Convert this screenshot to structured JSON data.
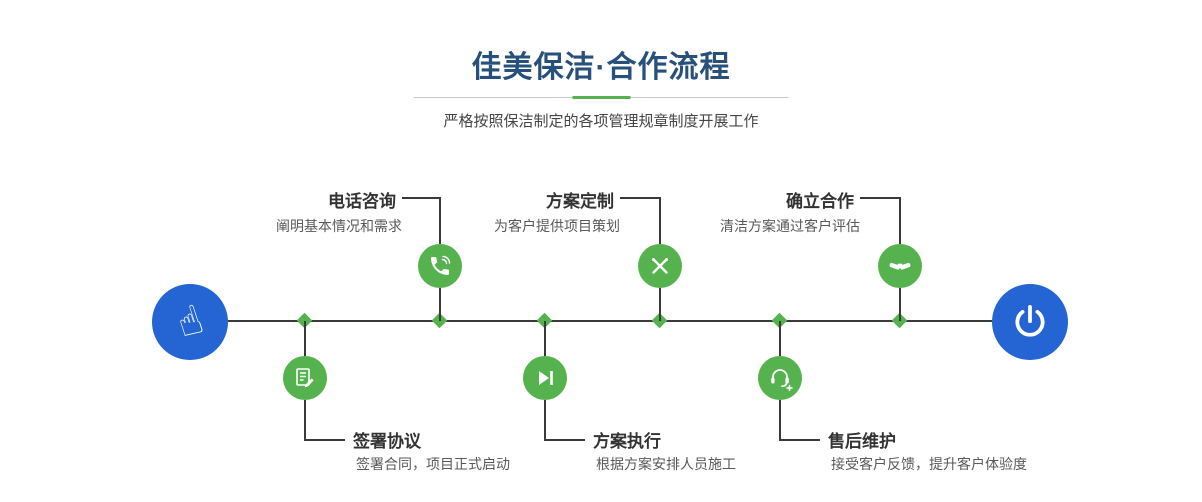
{
  "header": {
    "title": "佳美保洁·合作流程",
    "subtitle": "严格按照保洁制定的各项管理规章制度开展工作"
  },
  "steps_top": [
    {
      "label": "电话咨询",
      "desc": "阐明基本情况和需求",
      "icon": "phone-icon"
    },
    {
      "label": "方案定制",
      "desc": "为客户提供项目策划",
      "icon": "pen-tools-icon"
    },
    {
      "label": "确立合作",
      "desc": "清洁方案通过客户评估",
      "icon": "handshake-icon"
    }
  ],
  "steps_bottom": [
    {
      "label": "签署协议",
      "desc": "签署合同，项目正式启动",
      "icon": "document-pen-icon"
    },
    {
      "label": "方案执行",
      "desc": "根据方案安排人员施工",
      "icon": "play-step-icon"
    },
    {
      "label": "售后维护",
      "desc": "接受客户反馈，提升客户体验度",
      "icon": "headset-icon"
    }
  ],
  "timeline": {
    "start_icon": "hand-pointer-icon",
    "end_icon": "power-icon"
  },
  "icons": {
    "hand_glyph": "☝"
  },
  "colors": {
    "accent_green": "#55b24e",
    "accent_blue": "#2465d3",
    "title_navy": "#27507a",
    "line": "#3a3a3a"
  }
}
